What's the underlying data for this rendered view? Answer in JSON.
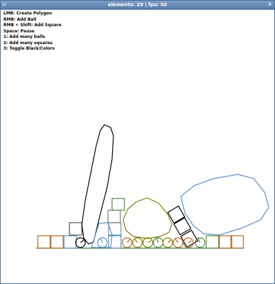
{
  "window": {
    "title": "elements: 29 | fps: 50"
  },
  "instructions": [
    "LMB: Create Polygon",
    "RMB: Add Ball",
    "RMB + Shift: Add Square",
    "Space: Pause",
    "1: Add many balls",
    "2: Add many squares",
    "3: Toggle Black/Colors"
  ],
  "colors": {
    "titlebar": "#6a8fbb",
    "ground": "#2e7d32",
    "brown": "#b5651d",
    "blue": "#5b8fc7",
    "gray": "#9a9a9a",
    "olive": "#808000",
    "green": "#4a8a3a",
    "black": "#000000"
  }
}
